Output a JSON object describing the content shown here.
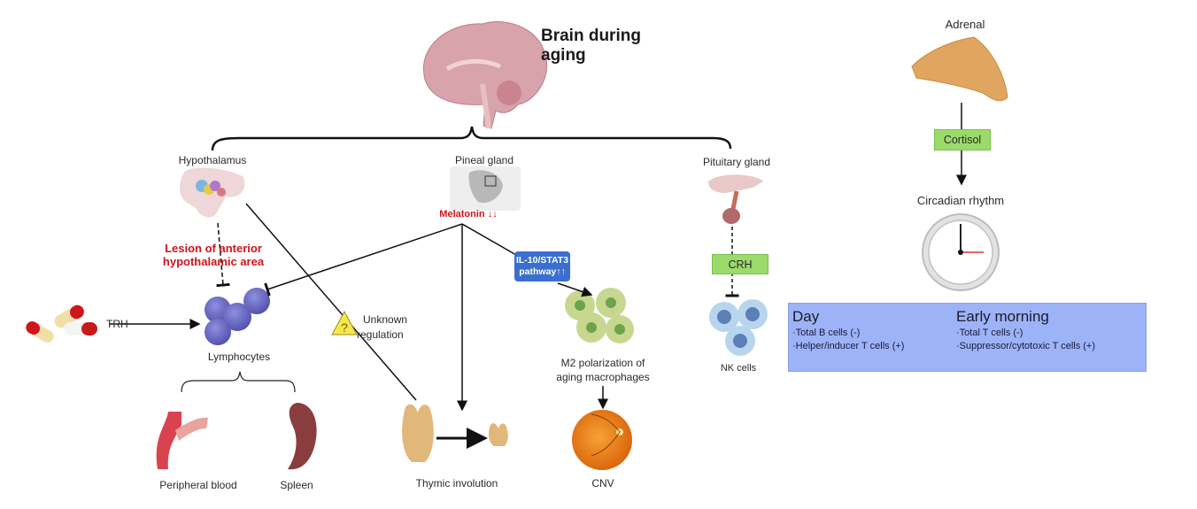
{
  "diagram": {
    "title": "Brain during aging",
    "brain_regions": {
      "hypothalamus": "Hypothalamus",
      "pineal": "Pineal gland",
      "pituitary": "Pituitary gland"
    },
    "hypothalamus_branch": {
      "lesion_label_line1": "Lesion of anterior",
      "lesion_label_line2": "hypothalamic area",
      "drug_label": "TRH",
      "target": "Lymphocytes",
      "sites": [
        "Peripheral blood",
        "Spleen"
      ],
      "unknown_line1": "Unknown",
      "unknown_line2": "regulation",
      "unknown_icon": "?"
    },
    "pineal_branch": {
      "hormone": "Melatonin ↓↓",
      "pathway_line1": "IL-10/STAT3",
      "pathway_line2": "pathway↑↑",
      "macrophage_line1": "M2 polarization of",
      "macrophage_line2": "aging macrophages",
      "outcome": "CNV",
      "thymus": "Thymic involution"
    },
    "pituitary_branch": {
      "hormone": "CRH",
      "target": "NK cells"
    },
    "adrenal_branch": {
      "organ": "Adrenal",
      "hormone": "Cortisol",
      "effect": "Circadian rhythm"
    },
    "rhythm_box": {
      "day": {
        "heading": "Day",
        "items": [
          "·Total B cells (-)",
          "·Helper/inducer T cells (+)"
        ]
      },
      "early_morning": {
        "heading": "Early morning",
        "items": [
          "·Total T cells (-)",
          "·Suppressor/cytotoxic T cells (+)"
        ]
      }
    },
    "colors": {
      "highlight_red": "#d0141c",
      "hormone_green": "#9bdb6a",
      "pathway_blue": "#3a6fcf",
      "info_box_blue": "#9db3f7"
    }
  }
}
